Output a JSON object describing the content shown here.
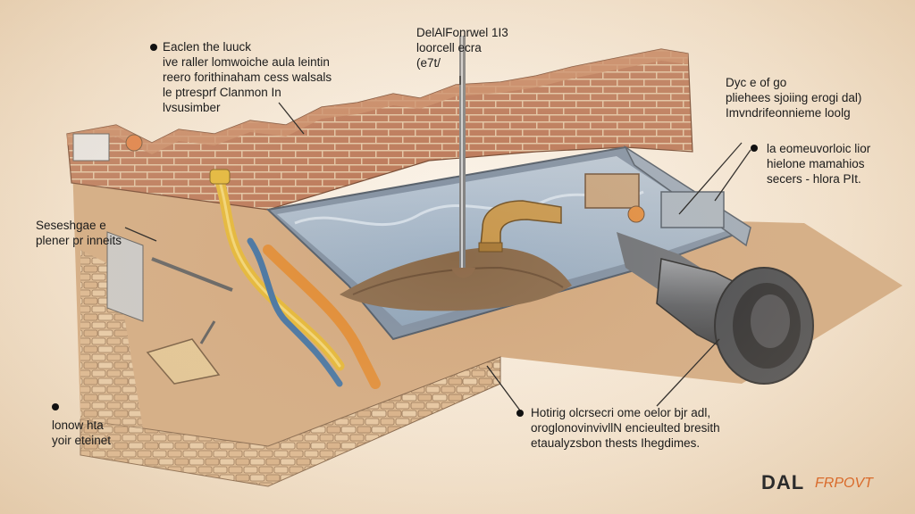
{
  "colors": {
    "brick": "#b46e4c",
    "mortar": "#e3c8a4",
    "dirt": "#c9a27a",
    "water": "#9fb1c4",
    "pipe": "#6d6f73",
    "hose": "#e4b52f",
    "logo_accent": "#d96a2a"
  },
  "annotations": {
    "top_left": {
      "lines": [
        "Eaclen the luuck",
        "ive raller lomwoiche aula leintin",
        "reero forithinaham cess walsals",
        "le ptresprf  Clanmon In",
        "lvsusimber"
      ]
    },
    "top_center": {
      "lines": [
        "DelAlFonrwel  1I3",
        "loorcell ecra",
        "(e7t/"
      ]
    },
    "top_right": {
      "lines": [
        "Dyc e of go",
        "pliehees sjoiing erogi dal)",
        "Imvndrifeonnieme loolg"
      ]
    },
    "right": {
      "lines": [
        "la eomeuvorloic lior",
        "hielone mamahios",
        "secers - hlora PIt."
      ]
    },
    "left": {
      "lines": [
        "Seseshgae e",
        "plener pr inneits"
      ]
    },
    "bottom_left": {
      "lines": [
        "lonow hta",
        "yoir eteinet"
      ]
    },
    "bottom_center": {
      "lines": [
        "Hotirig olcrsecri  ome oelor  bjr adl,",
        "oroglonovinvivllN encieulted bresith",
        "etaualyzsbon thests Ihegdimes."
      ]
    }
  },
  "logo": {
    "text_main": "DAL",
    "text_accent": "FRPOVT"
  }
}
